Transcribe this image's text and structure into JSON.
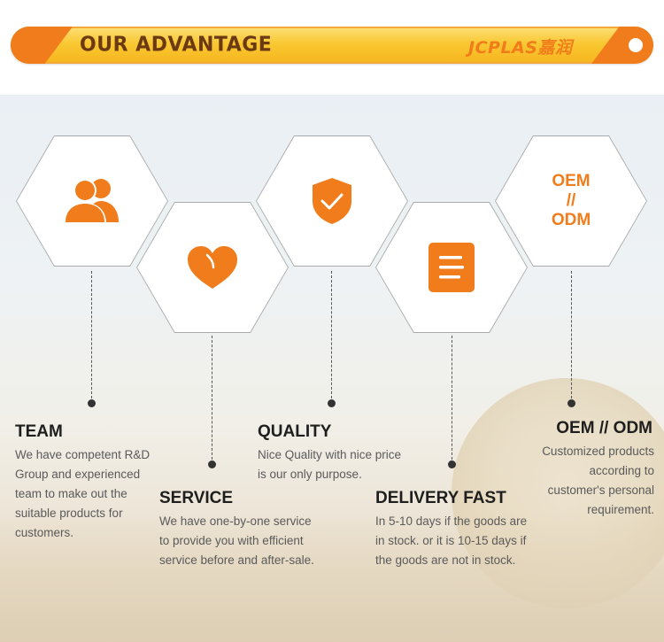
{
  "header": {
    "title": "OUR ADVANTAGE",
    "brand": "JCPLAS嘉润"
  },
  "colors": {
    "accent": "#f07c1b",
    "banner_yellow": "#f9c832",
    "banner_text": "#6b3a12"
  },
  "features": [
    {
      "icon": "team-icon",
      "title": "TEAM",
      "desc": "We have competent R&D Group and experienced team to make out the suitable products for customers."
    },
    {
      "icon": "heart-icon",
      "title": "SERVICE",
      "desc": "We have one-by-one service to provide you with efficient service before and after-sale."
    },
    {
      "icon": "shield-check-icon",
      "title": "QUALITY",
      "desc": "Nice Quality with nice price is our only purpose."
    },
    {
      "icon": "document-icon",
      "title": "DELIVERY FAST",
      "desc": "In 5-10 days if the goods are in stock. or it is 10-15 days if the goods are not in stock."
    },
    {
      "icon": "oem-odm-badge",
      "title": "OEM // ODM",
      "desc": "Customized products according to customer's personal requirement.",
      "badge": [
        "OEM",
        "//",
        "ODM"
      ]
    }
  ]
}
